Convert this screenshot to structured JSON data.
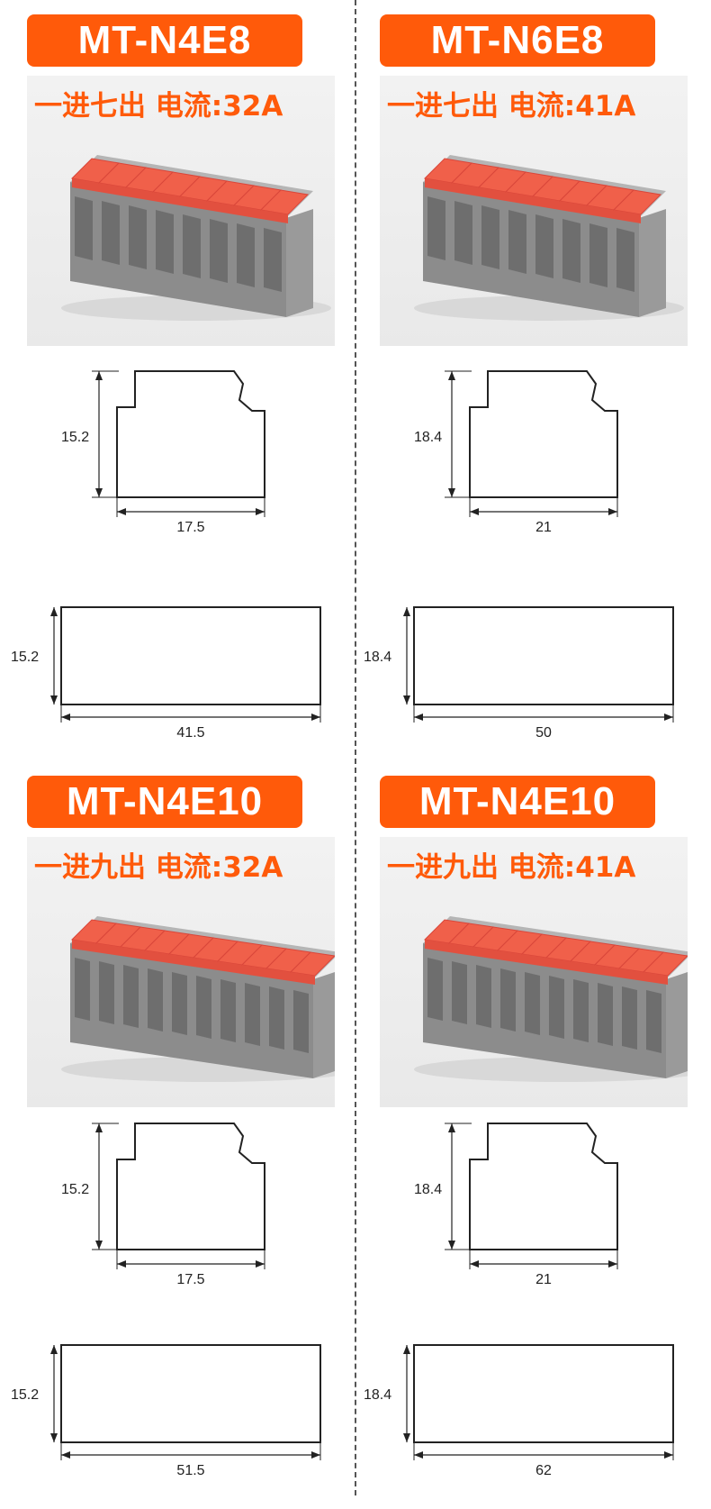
{
  "products": [
    {
      "model": "MT-N4E8",
      "spec": "一进七出 电流:32A",
      "side_height": "15.2",
      "side_width": "17.5",
      "front_height": "15.2",
      "front_width": "41.5",
      "poles": 8
    },
    {
      "model": "MT-N6E8",
      "spec": "一进七出 电流:41A",
      "side_height": "18.4",
      "side_width": "21",
      "front_height": "18.4",
      "front_width": "50",
      "poles": 8
    },
    {
      "model": "MT-N4E10",
      "spec": "一进九出 电流:32A",
      "side_height": "15.2",
      "side_width": "17.5",
      "front_height": "15.2",
      "front_width": "51.5",
      "poles": 10
    },
    {
      "model": "MT-N4E10",
      "spec": "一进九出 电流:41A",
      "side_height": "18.4",
      "side_width": "21",
      "front_height": "18.4",
      "front_width": "62",
      "poles": 10
    }
  ],
  "colors": {
    "accent": "#ff5a0a",
    "lever": "#f0604a",
    "housing": "#8c8c8c"
  }
}
